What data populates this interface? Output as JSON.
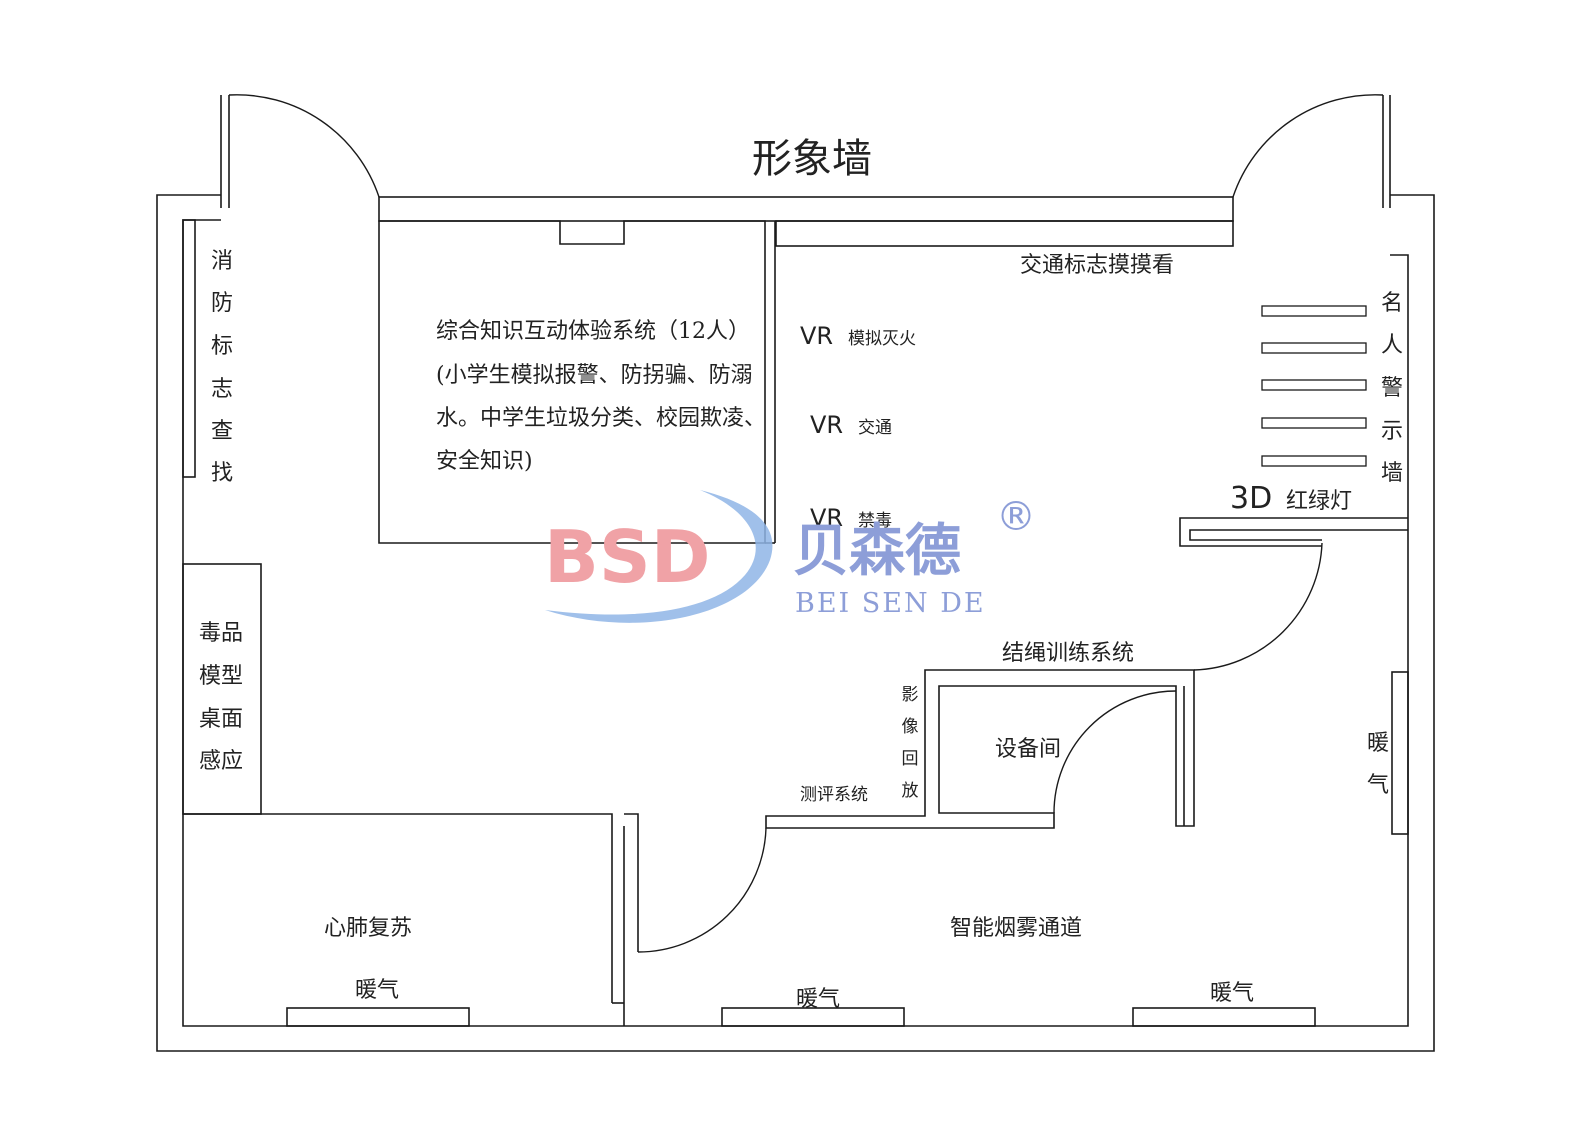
{
  "title": "形象墙",
  "rooms": {
    "interactive_system": {
      "line1": "综合知识互动体验系统（12人）",
      "line2": "(小学生模拟报警、防拐骗、防溺",
      "line3": "水。中学生垃圾分类、校园欺凌、",
      "line4": "安全知识)"
    },
    "traffic_sign": "交通标志摸摸看",
    "vr_fire": {
      "prefix": "VR",
      "text": "模拟灭火"
    },
    "vr_traffic": {
      "prefix": "VR",
      "text": "交通"
    },
    "vr_drug": {
      "prefix": "VR",
      "text": "禁毒"
    },
    "fire_sign": [
      "消",
      "防",
      "标",
      "志",
      "查",
      "找"
    ],
    "celebrity_wall": [
      "名",
      "人",
      "警",
      "示",
      "墙"
    ],
    "traffic_light": {
      "prefix": "3D",
      "text": "红绿灯"
    },
    "drug_model": [
      "毒品",
      "模型",
      "桌面",
      "感应"
    ],
    "rope_training": "结绳训练系统",
    "video_replay": [
      "影",
      "像",
      "回",
      "放"
    ],
    "equipment_room": "设备间",
    "evaluation": "测评系统",
    "heating_right": [
      "暖",
      "气"
    ],
    "cpr": "心肺复苏",
    "smoke_channel": "智能烟雾通道",
    "heating_labels": [
      "暖气",
      "暖气",
      "暖气"
    ]
  },
  "logo": {
    "brand_en": "BSD",
    "brand_cn": "贝森德",
    "brand_pinyin": "BEI SEN DE",
    "registered": "®",
    "color_pink": "#f0a2a6",
    "color_blue": "#8d9ed8"
  }
}
